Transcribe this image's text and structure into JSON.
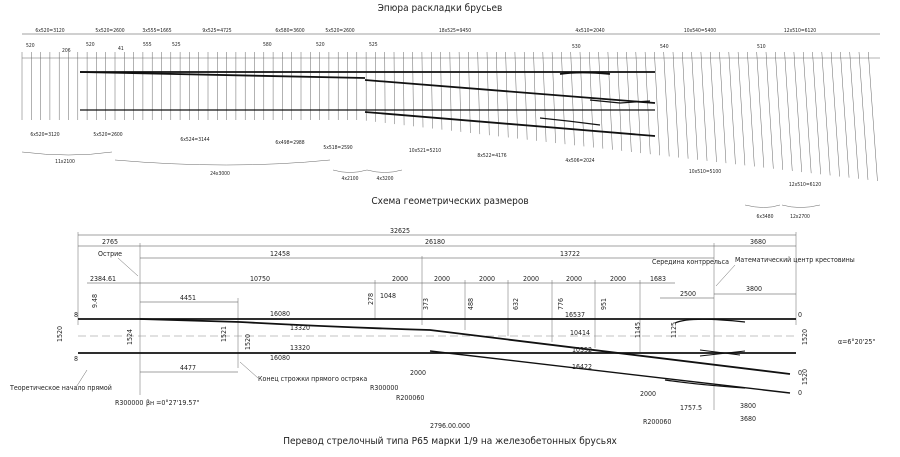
{
  "layout_title": "Эпюра раскладки брусьев",
  "scheme_title": "Схема геометрических размеров",
  "drawing_number": "2796.00.000",
  "drawing_title": "Перевод стрелочный типа Р65 марки 1/9 на железобетонных брусьях",
  "layout": {
    "top_spans": [
      "6x520=3120",
      "5x520=2600",
      "3x555=1665",
      "9x525=4725",
      "6x580=3600",
      "5x520=2600",
      "18x525=9450",
      "4x510=2040",
      "10x540=5400",
      "12x510=6120"
    ],
    "top_small": [
      "520",
      "206",
      "520",
      "41",
      "555",
      "525",
      "580",
      "520",
      "525",
      "530",
      "540",
      "510"
    ],
    "bottom_spans": [
      "6x520=3120",
      "5x520=2600",
      "6x524=3144",
      "6x498=2988",
      "5x518=2590",
      "10x521=5210",
      "8x522=4176",
      "4x506=2024",
      "10x510=5100",
      "12x510=6120"
    ],
    "braces": [
      "11x2100",
      "24x3000",
      "4x2100",
      "4x3200",
      "6x3480",
      "12x2700"
    ]
  },
  "scheme": {
    "overall": "32625",
    "front": "2765",
    "middle": "26180",
    "rear": "3680",
    "d12458": "12458",
    "d13722": "13722",
    "d2384": "2384.61",
    "d10750": "10750",
    "d2000": "2000",
    "d1683": "1683",
    "d4451": "4451",
    "d1048": "1048",
    "d2500": "2500",
    "d3800": "3800",
    "d4477": "4477",
    "d16080": "16080",
    "d13320": "13320",
    "d16537": "16537",
    "d10414": "10414",
    "d10352": "10352",
    "d16422": "16422",
    "d1757": "1757.5",
    "d1520": "1520",
    "d1524": "1524",
    "d1521": "1521",
    "d948": "9.48",
    "d278": "278",
    "d373": "373",
    "d488": "488",
    "d632": "632",
    "d776": "776",
    "d951": "951",
    "d1145": "1145",
    "d1125": "1125",
    "gap8": "8",
    "gap0": "0",
    "label_point": "Острие",
    "label_check_rail": "Середина контррельса",
    "label_math_center": "Математический центр крестовины",
    "label_theoretical_start": "Теоретическое начало прямой",
    "label_straight_end": "Конец строжки прямого остряка",
    "radius1": "R300000",
    "radius2": "R200060",
    "beta": "βн =0°27'19.57\"",
    "alpha": "α=6°20'25\""
  }
}
